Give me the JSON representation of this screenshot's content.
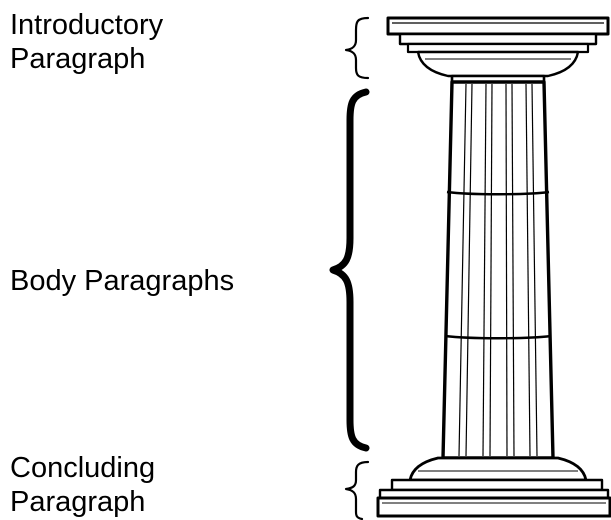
{
  "sections": [
    {
      "id": "introduction",
      "label_lines": [
        "Introductory",
        "Paragraph"
      ]
    },
    {
      "id": "body",
      "label_lines": [
        "Body Paragraphs"
      ]
    },
    {
      "id": "conclusion",
      "label_lines": [
        "Concluding",
        "Paragraph"
      ]
    }
  ],
  "icons": [
    "curly-brace-icon",
    "column-icon"
  ],
  "colors": {
    "ink": "#000000",
    "background": "#ffffff"
  }
}
